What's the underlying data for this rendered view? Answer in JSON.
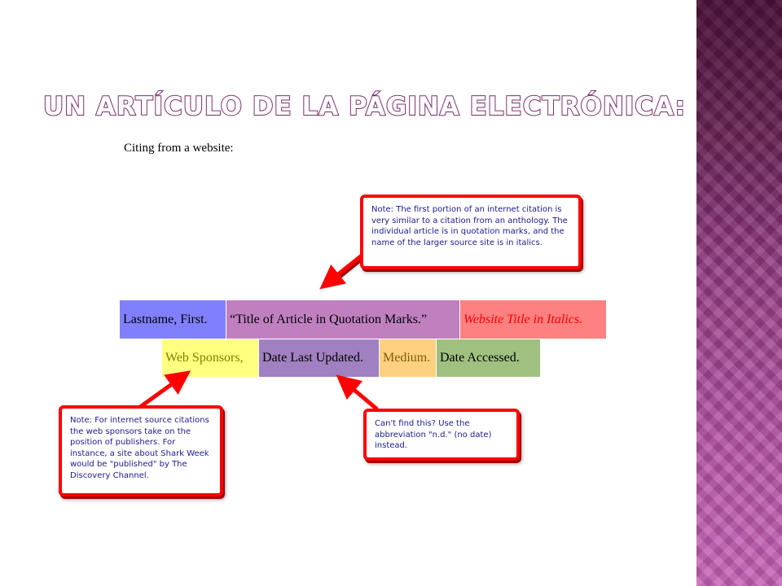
{
  "slide": {
    "title": "Un artículo de la página electrónica:",
    "subtitle": "Citing from a website:"
  },
  "citation": {
    "row1": {
      "lastname": "Lastname, First.",
      "article_title": "“Title of Article in Quotation Marks.”",
      "website_title": "Website Title in Italics."
    },
    "row2": {
      "sponsors": "Web Sponsors,",
      "date_updated": "Date Last Updated.",
      "medium": "Medium.",
      "date_accessed": "Date Accessed."
    }
  },
  "notes": {
    "top": "Note: The first portion of an internet citation is very similar to a citation from an anthology. The individual article is in quotation marks, and the name of the larger source site is in italics.",
    "left": "Note: For internet source citations the web sponsors take on the position of publishers. For instance, a site about Shark Week would be \"published\" by The Discovery Channel.",
    "right": "Can't find this?  Use the abbreviation \"n.d.\" (no date) instead."
  },
  "colors": {
    "accent_border": "#ff0000",
    "side_band": "#8a3478",
    "title_outline": "#7a2d6c"
  }
}
